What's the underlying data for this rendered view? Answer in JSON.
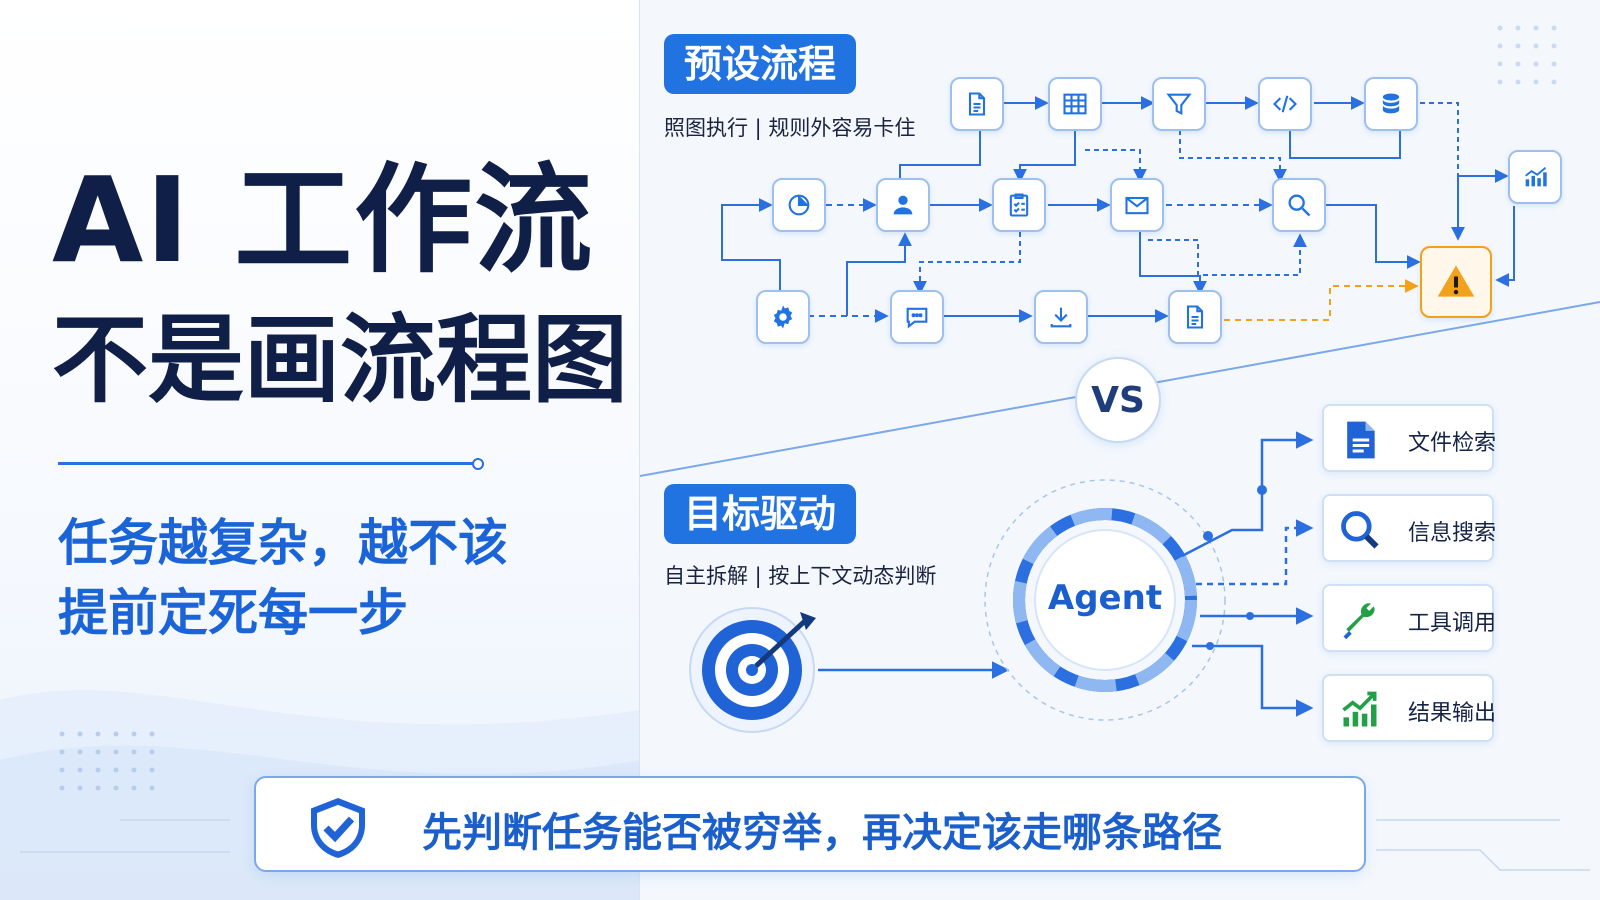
{
  "left": {
    "title_line1": "AI 工作流",
    "title_line2": "不是画流程图",
    "subtitle_line1": "任务越复杂，越不该",
    "subtitle_line2": "提前定死每一步"
  },
  "preset": {
    "tag": "预设流程",
    "caption": "照图执行 | 规则外容易卡住"
  },
  "goal": {
    "tag": "目标驱动",
    "caption": "自主拆解 | 按上下文动态判断"
  },
  "vs_label": "VS",
  "agent_label": "Agent",
  "tools": [
    {
      "label": "文件检索",
      "icon": "document-icon"
    },
    {
      "label": "信息搜索",
      "icon": "magnifier-icon"
    },
    {
      "label": "工具调用",
      "icon": "wrench-icon"
    },
    {
      "label": "结果输出",
      "icon": "growth-chart-icon"
    }
  ],
  "banner_text": "先判断任务能否被穷举，再决定该走哪条路径",
  "colors": {
    "primary": "#2273e2",
    "dark_title": "#0f1f47",
    "warning": "#f2a21a",
    "light_border": "#9fc0ec"
  }
}
